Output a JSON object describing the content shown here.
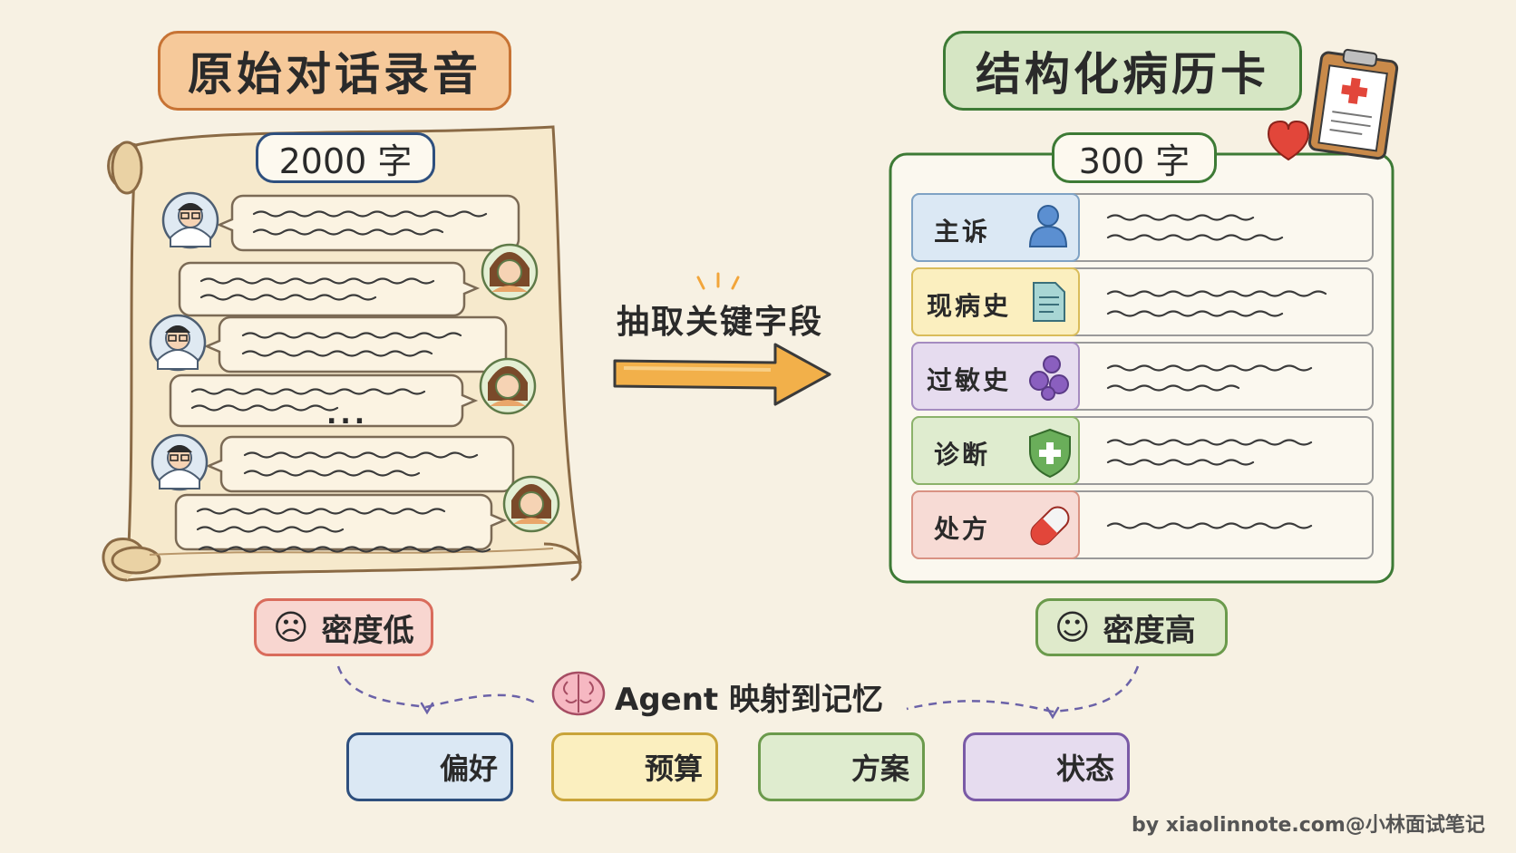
{
  "left": {
    "title": "原始对话录音",
    "count": "2000 字",
    "density": "密度低",
    "density_icon": "sad-face-icon",
    "ellipsis": "..."
  },
  "right": {
    "title": "结构化病历卡",
    "count": "300 字",
    "density": "密度高",
    "density_icon": "smile-face-icon",
    "fields": [
      {
        "label": "主诉",
        "icon": "person-icon",
        "color": "#dbe8f4"
      },
      {
        "label": "现病史",
        "icon": "document-icon",
        "color": "#fbefbf"
      },
      {
        "label": "过敏史",
        "icon": "allergen-icon",
        "color": "#e6dcef"
      },
      {
        "label": "诊断",
        "icon": "shield-plus-icon",
        "color": "#dfeccf"
      },
      {
        "label": "处方",
        "icon": "pill-icon",
        "color": "#f7dbd5"
      }
    ]
  },
  "arrow": {
    "label": "抽取关键字段"
  },
  "agent": {
    "label": "Agent 映射到记忆",
    "icon": "brain-icon"
  },
  "memory": [
    {
      "label": "偏好",
      "icon": "heart-icon"
    },
    {
      "label": "预算",
      "icon": "money-bag-icon"
    },
    {
      "label": "方案",
      "icon": "document-icon"
    },
    {
      "label": "状态",
      "icon": "check-circle-icon"
    }
  ],
  "footer": {
    "credit": "by xiaolinnote.com@小林面试笔记"
  },
  "colors": {
    "background": "#f7f1e3",
    "left_title_fill": "#f6c99a",
    "left_title_border": "#c77334",
    "right_title_fill": "#d6e6c4",
    "right_title_border": "#3d7a35",
    "count_border_left": "#2e4f7e",
    "card_border": "#3d7a35",
    "arrow_fill": "#f2b04a",
    "low_density_fill": "#f8d6d0",
    "low_density_border": "#d96c5c",
    "high_density_fill": "#dfeacb",
    "high_density_border": "#6b9a4c"
  }
}
